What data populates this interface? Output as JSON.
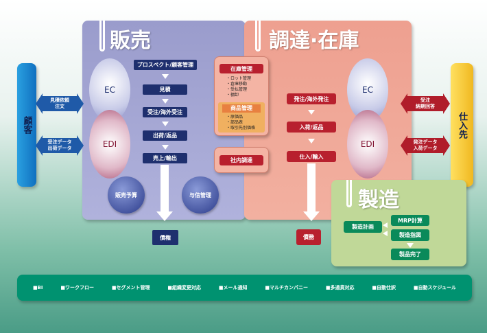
{
  "customer": "顧客",
  "supplier": "仕入先",
  "sales": {
    "title": "販売",
    "ec": "EC",
    "edi": "EDI",
    "flow": [
      "プロスペクト/顧客管理",
      "見積",
      "受注/海外受注",
      "出荷/返品",
      "売上/輸出"
    ],
    "budget": "販売予算",
    "credit": "与信管理",
    "receivable": "債権"
  },
  "procurement": {
    "title": "調達·在庫",
    "ec": "EC",
    "edi": "EDI",
    "flow": [
      "発注/海外発注",
      "入荷/返品",
      "仕入/輸入"
    ],
    "payable": "債務"
  },
  "inventory": {
    "title": "在庫管理",
    "items": [
      "・ロット管理",
      "・倉庫移動",
      "・受払管理",
      "・棚卸"
    ],
    "product_title": "商品管理",
    "product_items": [
      "・原価品",
      "・部品表",
      "・取引先別価格"
    ],
    "internal": "社内調達"
  },
  "left_arrows": [
    [
      "見積依頼",
      "注文"
    ],
    [
      "受注データ",
      "出荷データ"
    ]
  ],
  "right_arrows": [
    [
      "受注",
      "納期回答"
    ],
    [
      "発注データ",
      "入荷データ"
    ]
  ],
  "manufacturing": {
    "title": "製造",
    "plan": "製造計画",
    "mrp": "MRP計算",
    "instruction": "製造指図",
    "complete": "製品完了"
  },
  "features": [
    "■BI",
    "■ワークフロー",
    "■セグメント管理",
    "■組織変更対応",
    "■メール通知",
    "■マルチカンパニー",
    "■多通貨対応",
    "■自動仕訳",
    "■自動スケジュール"
  ]
}
